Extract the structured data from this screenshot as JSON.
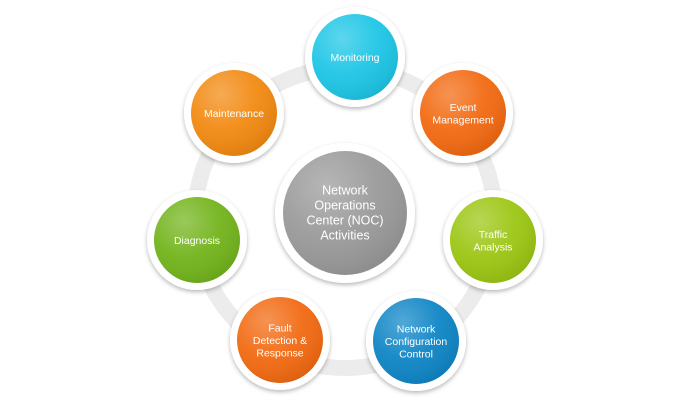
{
  "center": {
    "lines": [
      "Network",
      "Operations",
      "Center (NOC)",
      "Activities"
    ],
    "color": "#9a9a9a"
  },
  "nodes": [
    {
      "id": "monitoring",
      "lines": [
        "Monitoring"
      ],
      "color": "#1ec6e6"
    },
    {
      "id": "event-management",
      "lines": [
        "Event",
        "Management"
      ],
      "color": "#f26a12"
    },
    {
      "id": "traffic-analysis",
      "lines": [
        "Traffic",
        "Analysis"
      ],
      "color": "#9cc613"
    },
    {
      "id": "network-configuration-control",
      "lines": [
        "Network",
        "Configuration",
        "Control"
      ],
      "color": "#0f86c6"
    },
    {
      "id": "fault-detection-response",
      "lines": [
        "Fault",
        "Detection &",
        "Response"
      ],
      "color": "#f26a12"
    },
    {
      "id": "diagnosis",
      "lines": [
        "Diagnosis"
      ],
      "color": "#73b41c"
    },
    {
      "id": "maintenance",
      "lines": [
        "Maintenance"
      ],
      "color": "#f28a12"
    }
  ],
  "ring_color": "#ececec"
}
